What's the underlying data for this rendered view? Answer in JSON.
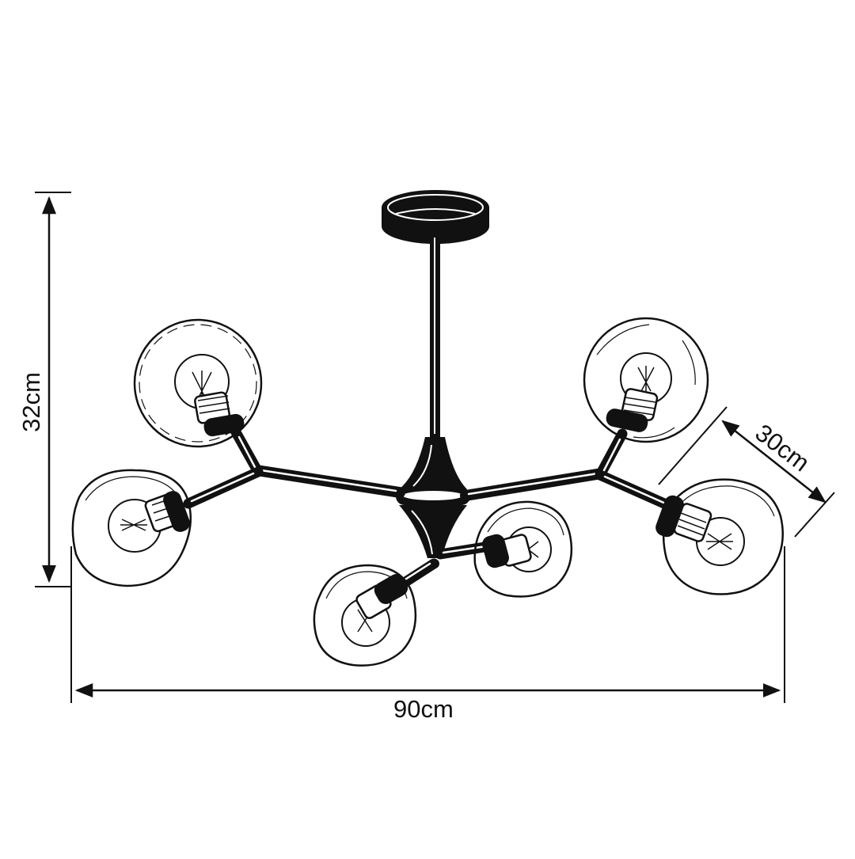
{
  "dimensions": {
    "width": "90cm",
    "height": "32cm",
    "depth": "30cm"
  },
  "colors": {
    "line": "#111111",
    "background": "#ffffff"
  },
  "fixture": {
    "bulb_count": 6
  }
}
